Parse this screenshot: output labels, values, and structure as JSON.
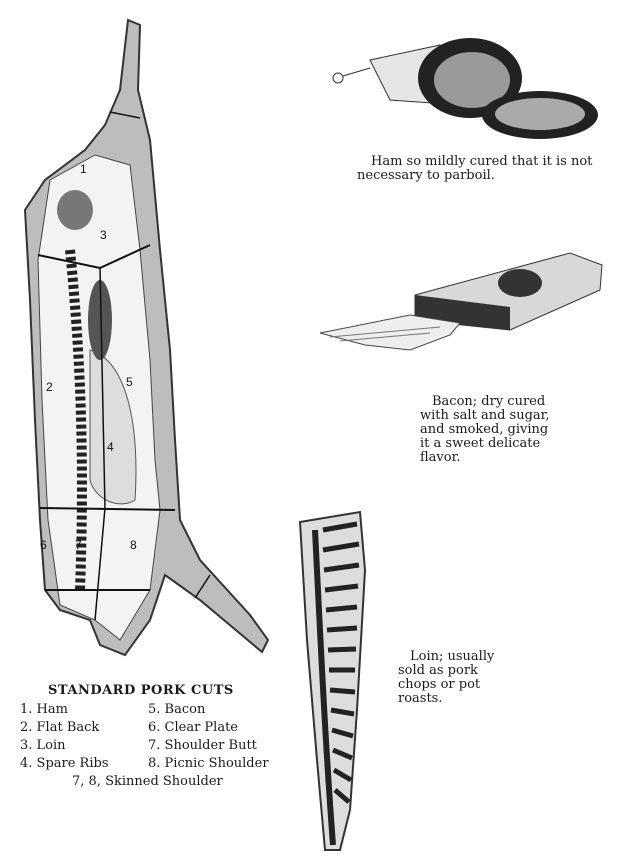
{
  "diagram": {
    "cut_numbers": [
      "1",
      "2",
      "3",
      "4",
      "5",
      "6",
      "7",
      "8"
    ]
  },
  "captions": {
    "ham": [
      "Ham so mildly cured that it is not",
      "necessary to parboil."
    ],
    "bacon": [
      "Bacon; dry cured",
      "with salt and sugar,",
      "and smoked, giving",
      "it a sweet delicate",
      "flavor."
    ],
    "loin": [
      "Loin; usually",
      "sold as pork",
      "chops or pot",
      "roasts."
    ]
  },
  "legend": {
    "title": "STANDARD PORK CUTS",
    "left": [
      "1. Ham",
      "2. Flat Back",
      "3. Loin",
      "4. Spare Ribs"
    ],
    "right": [
      "5. Bacon",
      "6. Clear Plate",
      "7. Shoulder Butt",
      "8. Picnic Shoulder"
    ],
    "footer": "7, 8, Skinned Shoulder"
  }
}
